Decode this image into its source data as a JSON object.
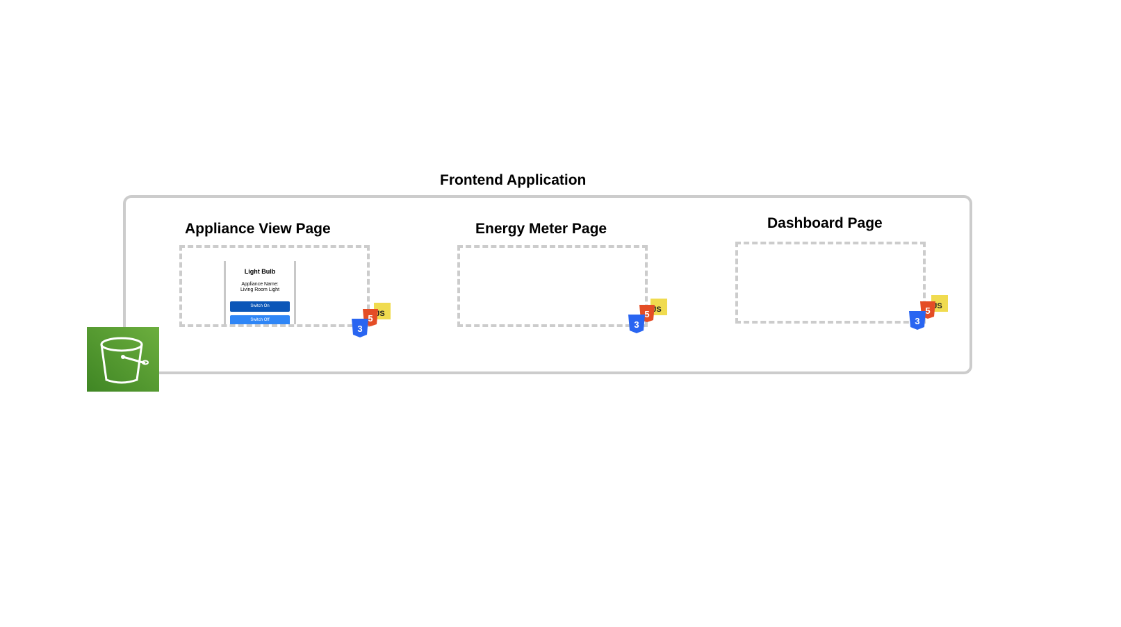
{
  "diagram": {
    "title": "Frontend Application",
    "pages": [
      {
        "label": "Appliance View Page"
      },
      {
        "label": "Energy Meter Page"
      },
      {
        "label": "Dashboard Page"
      }
    ],
    "appliance_preview": {
      "title": "Light Bulb",
      "text": "Appliance Name: Living Room Light",
      "switch_on": "Switch On",
      "switch_off": "Switch Off"
    },
    "badge": {
      "css_icon": "css3-icon",
      "html_icon": "html5-icon",
      "js_label": "JS"
    },
    "storage_icon": "s3-bucket-icon",
    "colors": {
      "css3": "#2965f1",
      "html5": "#e44d26",
      "js": "#f0db4f",
      "s3": "#3f8624",
      "btn_on": "#0b56b8",
      "btn_off": "#2f86f6"
    }
  }
}
